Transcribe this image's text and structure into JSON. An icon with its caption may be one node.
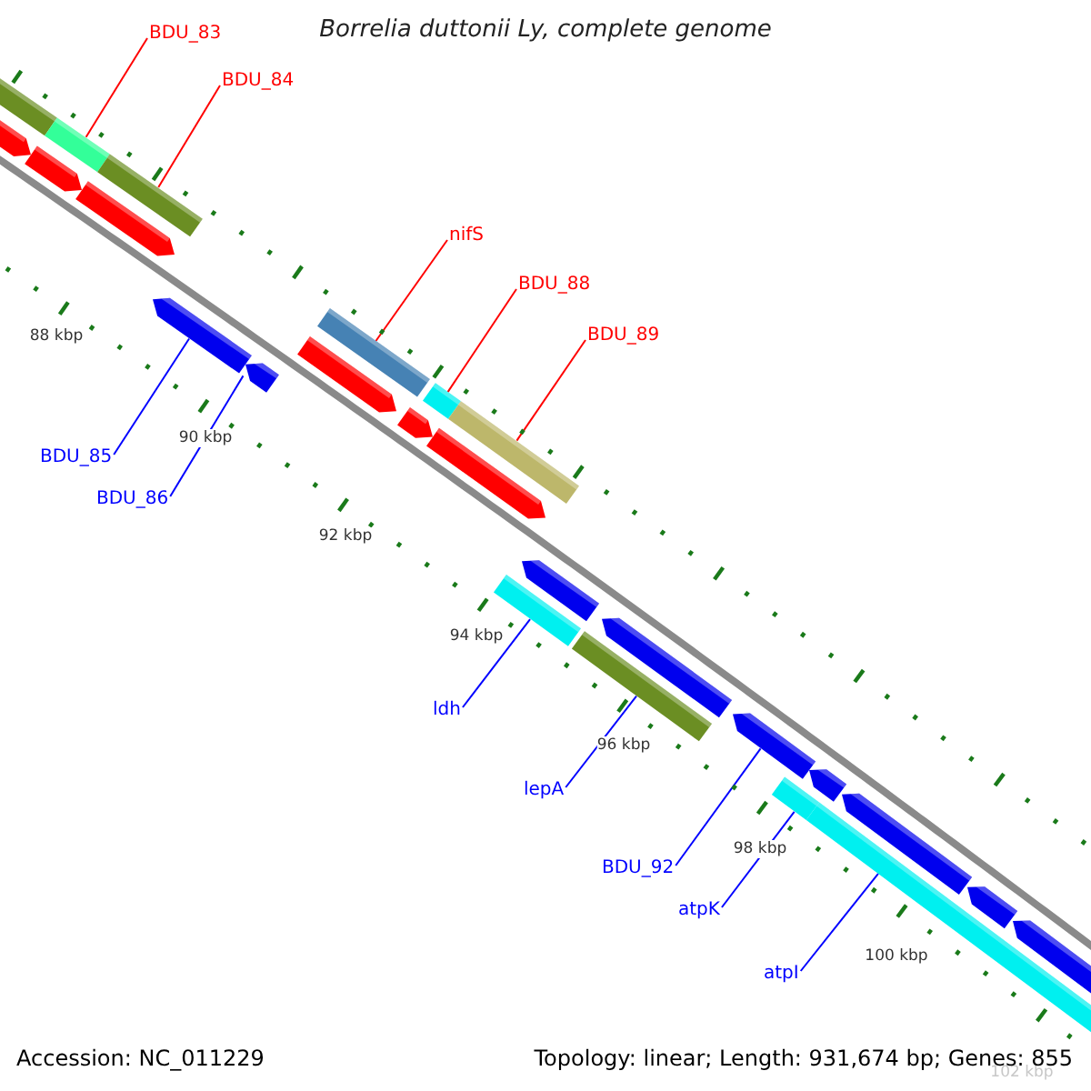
{
  "diagram": {
    "title": "Borrelia duttonii Ly, complete genome",
    "nodes": [
      {
        "text": [
          "BDU_83"
        ]
      },
      {
        "text": [
          "BDU_84"
        ]
      },
      {
        "text": [
          "nifS"
        ]
      },
      {
        "text": [
          "BDU_88"
        ]
      },
      {
        "text": [
          "BDU_89"
        ]
      },
      {
        "text": [
          "BDU_85"
        ]
      },
      {
        "text": [
          "BDU_86"
        ]
      },
      {
        "text": [
          "ldh"
        ]
      },
      {
        "text": [
          "lepA"
        ]
      },
      {
        "text": [
          "BDU_92"
        ]
      },
      {
        "text": [
          "atpK"
        ]
      },
      {
        "text": [
          "atpI"
        ]
      },
      {
        "text": [],
        "shape": "bar"
      },
      {
        "text": [],
        "shape": "bar"
      },
      {
        "text": [],
        "shape": "bar"
      },
      {
        "text": [],
        "shape": "bar"
      },
      {
        "text": [],
        "shape": "bar"
      },
      {
        "text": [],
        "shape": "bar"
      },
      {
        "text": [],
        "shape": "bar"
      },
      {
        "text": [],
        "shape": "bar"
      },
      {
        "text": [],
        "shape": "bar"
      },
      {
        "text": [],
        "shape": "bar"
      },
      {
        "text": [],
        "shape": "bar"
      },
      {
        "text": [],
        "shape": "bar"
      },
      {
        "text": [],
        "shape": "bar"
      },
      {
        "text": [],
        "shape": "bar"
      },
      {
        "text": [],
        "shape": "bar"
      },
      {
        "text": [],
        "shape": "bar"
      },
      {
        "text": [],
        "shape": "bar"
      },
      {
        "text": [],
        "shape": "bar"
      },
      {
        "text": [],
        "shape": "bar"
      },
      {
        "text": [],
        "shape": "bar"
      },
      {
        "text": [],
        "shape": "bar"
      },
      {
        "text": [],
        "shape": "bar"
      },
      {
        "text": [],
        "shape": "bar"
      },
      {
        "text": [],
        "shape": "bar"
      },
      {
        "text": [],
        "shape": "bar"
      }
    ],
    "edges": [
      {
        "from": 0,
        "to": 15,
        "arrow": "none",
        "color": "#ff0000"
      },
      {
        "from": 1,
        "to": 17,
        "arrow": "none",
        "color": "#ff0000"
      },
      {
        "from": 2,
        "to": 21,
        "arrow": "none",
        "color": "#ff0000"
      },
      {
        "from": 3,
        "to": 23,
        "arrow": "none",
        "color": "#ff0000"
      },
      {
        "from": 4,
        "to": 25,
        "arrow": "none",
        "color": "#ff0000"
      },
      {
        "from": 5,
        "to": 18,
        "arrow": "none"
      },
      {
        "from": 6,
        "to": 19,
        "arrow": "none"
      },
      {
        "from": 7,
        "to": 26,
        "arrow": "none"
      },
      {
        "from": 8,
        "to": 28,
        "arrow": "none"
      },
      {
        "from": 9,
        "to": 30,
        "arrow": "none"
      },
      {
        "from": 10,
        "to": 31,
        "arrow": "none"
      },
      {
        "from": 11,
        "to": 33,
        "arrow": "none"
      }
    ],
    "labels": [
      "88 kbp",
      "90 kbp",
      "92 kbp",
      "94 kbp",
      "96 kbp",
      "98 kbp",
      "100 kbp",
      "102 kbp",
      "Accession: NC_011229",
      "Topology: linear; Length: 931,674 bp; Genes: 855"
    ]
  }
}
